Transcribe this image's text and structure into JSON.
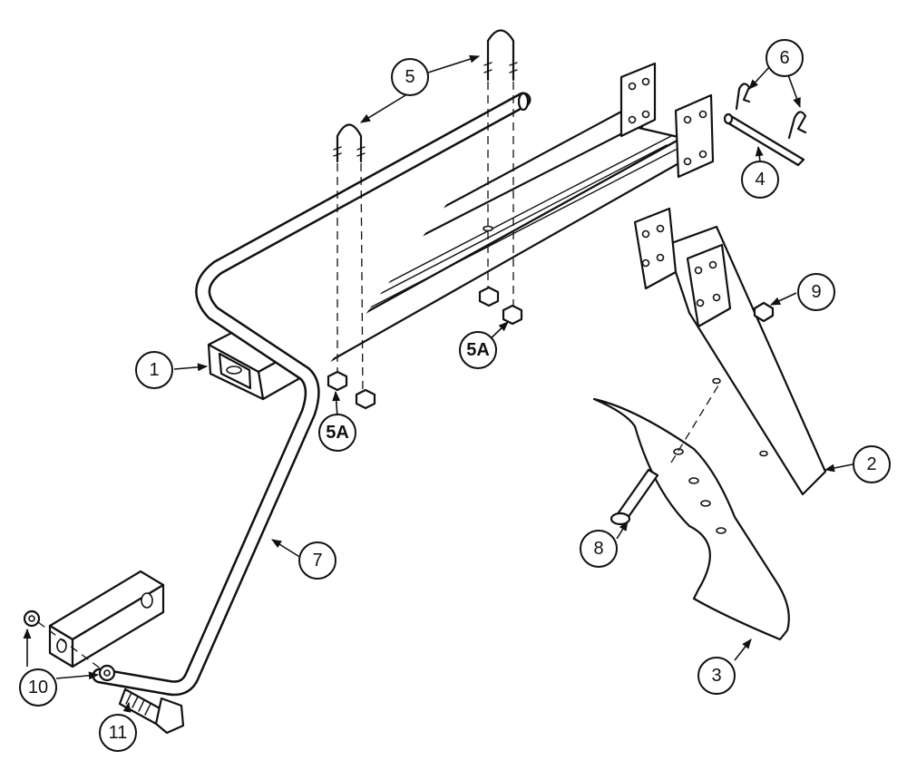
{
  "callouts": {
    "c1": "1",
    "c2": "2",
    "c3": "3",
    "c4": "4",
    "c5": "5",
    "c5a_1": "5A",
    "c5a_2": "5A",
    "c6": "6",
    "c7": "7",
    "c8": "8",
    "c9": "9",
    "c10": "10",
    "c11": "11"
  }
}
